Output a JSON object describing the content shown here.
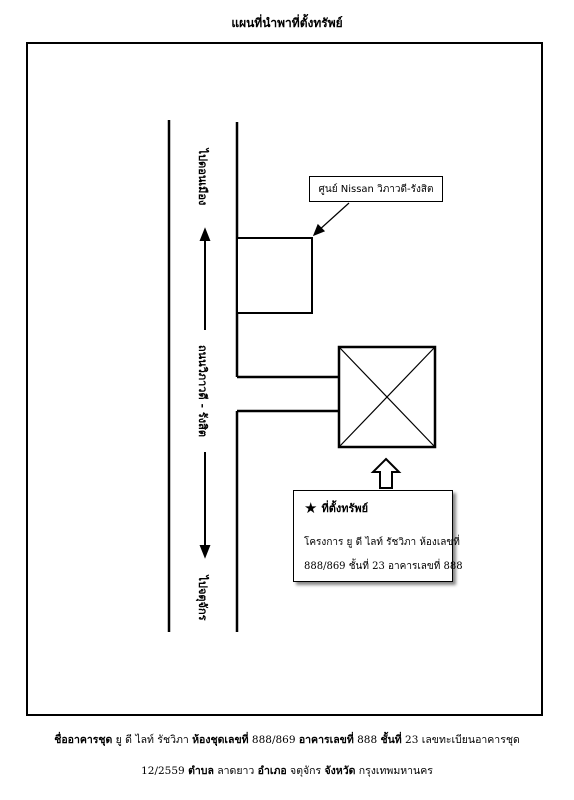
{
  "title": "แผนที่นำพาที่ตั้งทรัพย์",
  "map": {
    "road_top_label": "ไปดอนเมือง",
    "road_mid_label": "ถนนวิภาวดี - รังสิต",
    "road_bottom_label": "ไปจตุจักร",
    "landmark_label": "ศูนย์ Nissan วิภาวดี-รังสิต"
  },
  "property_box": {
    "heading": "ที่ตั้งทรัพย์",
    "line1": "โครงการ ยู ดี ไลท์ รัชวิภา ห้องเลขที่",
    "line2": "888/869 ชั้นที่ 23 อาคารเลขที่ 888"
  },
  "footer": {
    "l1_a": "ชื่ออาคารชุด",
    "l1_b": " ยู ดี ไลท์ รัชวิภา ",
    "l1_c": "ห้องชุดเลขที่",
    "l1_d": " 888/869 ",
    "l1_e": "อาคารเลขที่",
    "l1_f": " 888 ",
    "l1_g": "ชั้นที่",
    "l1_h": " 23 เลขทะเบียนอาคารชุด",
    "l2_a": "12/2559 ",
    "l2_b": "ตำบล",
    "l2_c": " ลาดยาว ",
    "l2_d": "อำเภอ",
    "l2_e": " จตุจักร ",
    "l2_f": "จังหวัด",
    "l2_g": " กรุงเทพมหานคร"
  }
}
